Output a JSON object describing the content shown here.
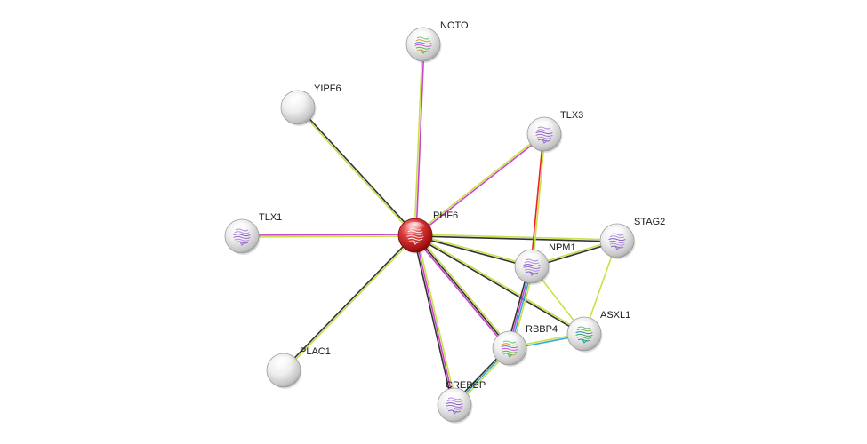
{
  "network": {
    "query_protein": "PHF6",
    "nodes": [
      {
        "id": "PHF6",
        "label": "PHF6",
        "color": "#cc1111",
        "query": true,
        "structure": "red"
      },
      {
        "id": "NOTO",
        "label": "NOTO",
        "color": "#e0e0e0",
        "query": false,
        "structure": "multi"
      },
      {
        "id": "YIPF6",
        "label": "YIPF6",
        "color": "#e0e0e0",
        "query": false,
        "structure": "none"
      },
      {
        "id": "TLX3",
        "label": "TLX3",
        "color": "#e0e0e0",
        "query": false,
        "structure": "purple"
      },
      {
        "id": "TLX1",
        "label": "TLX1",
        "color": "#e0e0e0",
        "query": false,
        "structure": "purple"
      },
      {
        "id": "STAG2",
        "label": "STAG2",
        "color": "#e0e0e0",
        "query": false,
        "structure": "purple"
      },
      {
        "id": "NPM1",
        "label": "NPM1",
        "color": "#e0e0e0",
        "query": false,
        "structure": "purple"
      },
      {
        "id": "ASXL1",
        "label": "ASXL1",
        "color": "#e0e0e0",
        "query": false,
        "structure": "green"
      },
      {
        "id": "RBBP4",
        "label": "RBBP4",
        "color": "#e0e0e0",
        "query": false,
        "structure": "multi"
      },
      {
        "id": "PLAC1",
        "label": "PLAC1",
        "color": "#e0e0e0",
        "query": false,
        "structure": "none"
      },
      {
        "id": "CREBBP",
        "label": "CREBBP",
        "color": "#e0e0e0",
        "query": false,
        "structure": "purple"
      }
    ],
    "edge_colors": {
      "textmining": "#c8e04a",
      "coexpression": "#333333",
      "experiments": "#cc44cc",
      "databases": "#33aadd",
      "fusion": "#ee2222"
    },
    "edges": [
      {
        "from": "PHF6",
        "to": "NOTO",
        "evidence": [
          "textmining",
          "experiments"
        ]
      },
      {
        "from": "PHF6",
        "to": "YIPF6",
        "evidence": [
          "textmining",
          "coexpression"
        ]
      },
      {
        "from": "PHF6",
        "to": "TLX3",
        "evidence": [
          "textmining",
          "experiments"
        ]
      },
      {
        "from": "PHF6",
        "to": "TLX1",
        "evidence": [
          "textmining",
          "experiments"
        ]
      },
      {
        "from": "PHF6",
        "to": "STAG2",
        "evidence": [
          "textmining",
          "coexpression"
        ]
      },
      {
        "from": "PHF6",
        "to": "NPM1",
        "evidence": [
          "textmining",
          "coexpression"
        ]
      },
      {
        "from": "PHF6",
        "to": "ASXL1",
        "evidence": [
          "textmining",
          "coexpression"
        ]
      },
      {
        "from": "PHF6",
        "to": "RBBP4",
        "evidence": [
          "textmining",
          "coexpression",
          "experiments"
        ]
      },
      {
        "from": "PHF6",
        "to": "PLAC1",
        "evidence": [
          "textmining",
          "coexpression"
        ]
      },
      {
        "from": "PHF6",
        "to": "CREBBP",
        "evidence": [
          "textmining",
          "experiments",
          "coexpression"
        ]
      },
      {
        "from": "TLX3",
        "to": "NPM1",
        "evidence": [
          "textmining",
          "fusion"
        ]
      },
      {
        "from": "NPM1",
        "to": "STAG2",
        "evidence": [
          "textmining",
          "coexpression"
        ]
      },
      {
        "from": "NPM1",
        "to": "ASXL1",
        "evidence": [
          "textmining"
        ]
      },
      {
        "from": "NPM1",
        "to": "RBBP4",
        "evidence": [
          "textmining",
          "databases",
          "experiments",
          "coexpression"
        ]
      },
      {
        "from": "STAG2",
        "to": "ASXL1",
        "evidence": [
          "textmining"
        ]
      },
      {
        "from": "RBBP4",
        "to": "ASXL1",
        "evidence": [
          "textmining",
          "databases"
        ]
      },
      {
        "from": "RBBP4",
        "to": "CREBBP",
        "evidence": [
          "textmining",
          "databases",
          "coexpression"
        ]
      }
    ]
  }
}
